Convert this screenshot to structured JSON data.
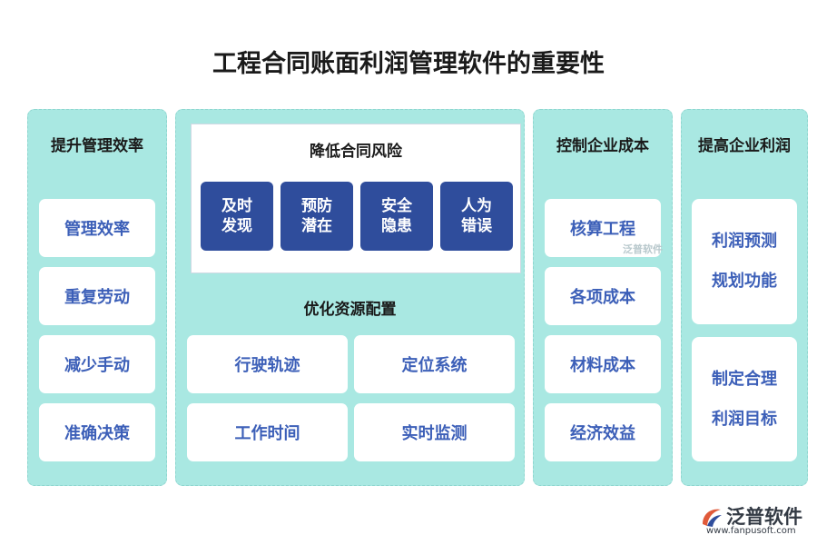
{
  "title": "工程合同账面利润管理软件的重要性",
  "col1": {
    "title": "提升管理效率",
    "items": [
      "管理效率",
      "重复劳动",
      "减少手动",
      "准确决策"
    ]
  },
  "col2": {
    "risk_title": "降低合同风险",
    "risk_tiles": [
      {
        "line1": "及时",
        "line2": "发现"
      },
      {
        "line1": "预防",
        "line2": "潜在"
      },
      {
        "line1": "安全",
        "line2": "隐患"
      },
      {
        "line1": "人为",
        "line2": "错误"
      }
    ],
    "resource_title": "优化资源配置",
    "resource_items": [
      "行驶轨迹",
      "定位系统",
      "工作时间",
      "实时监测"
    ]
  },
  "col3": {
    "title": "控制企业成本",
    "items": [
      "核算工程",
      "各项成本",
      "材料成本",
      "经济效益"
    ],
    "watermark": "泛普软件"
  },
  "col4": {
    "title": "提高企业利润",
    "cards": [
      {
        "line1": "利润预测",
        "line2": "规划功能"
      },
      {
        "line1": "制定合理",
        "line2": "利润目标"
      }
    ]
  },
  "logo": {
    "name": "泛普软件",
    "url": "www.fanpusoft.com"
  },
  "colors": {
    "panel_bg": "#a9e8e2",
    "tile_blue": "#2f4d9c",
    "card_text": "#3c5fb8"
  }
}
